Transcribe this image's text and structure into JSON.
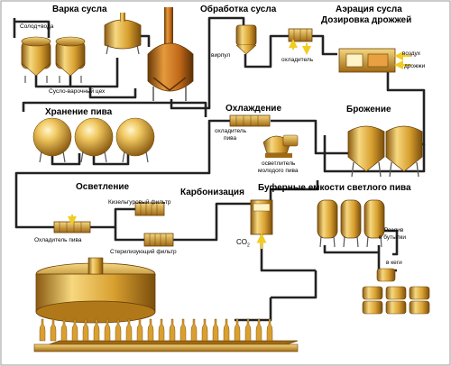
{
  "sections": {
    "wort_boiling": "Варка сусла",
    "wort_treatment": "Обработка сусла",
    "wort_aeration": "Аэрация сусла",
    "yeast_dosing": "Дозировка дрожжей",
    "beer_storage": "Хранение пива",
    "cooling": "Охлаждение",
    "fermentation": "Брожение",
    "clarification": "Осветление",
    "carbonization": "Карбонизация",
    "buffer_tanks": "Буферные емкости светлого пива"
  },
  "labels": {
    "malt_water": "Солод+вода",
    "wort_boiling_shop": "Сусло-варочный цех",
    "whirlpool": "вирпул",
    "wort_cooler": "охладитель",
    "air": "воздух",
    "yeast": "дрожжи",
    "beer_cooler_line1": "охладитель",
    "beer_cooler_line2": "пива",
    "young_beer_clarifier_line1": "осветлитель",
    "young_beer_clarifier_line2": "молодого пива",
    "diatomite_filter": "Кизельгуровый фильтр",
    "sterilizing_filter": "Стерилизующий фильтр",
    "beer_cooler_left": "Охладитель пива",
    "co2": "CO",
    "co2_sub": "2",
    "bottling_line1": "Розлив",
    "bottling_line2": "в бутылки",
    "kegs": "в кеги"
  },
  "colors": {
    "pipe": "#222222",
    "gold_light": "#f6d880",
    "gold_mid": "#d9a030",
    "gold_dark": "#8a5a10",
    "arrow": "#f2cc20",
    "frame": "#9a9a9a"
  }
}
